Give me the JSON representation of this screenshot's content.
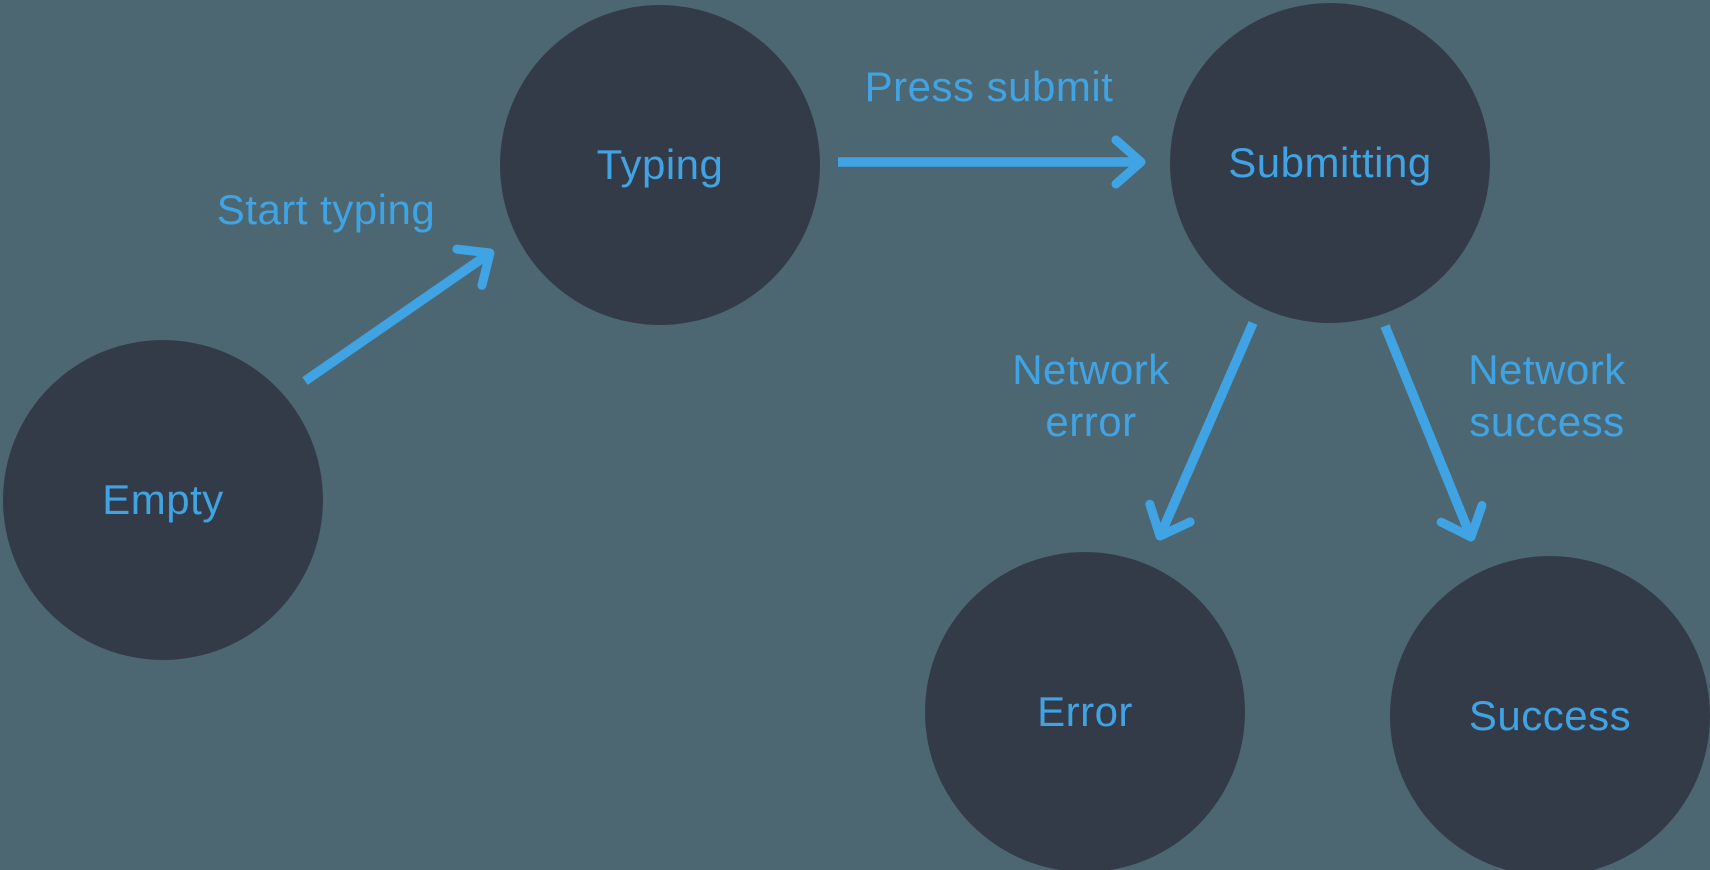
{
  "diagram": {
    "type": "state-machine",
    "nodes": [
      {
        "id": "empty",
        "label": "Empty"
      },
      {
        "id": "typing",
        "label": "Typing"
      },
      {
        "id": "submitting",
        "label": "Submitting"
      },
      {
        "id": "error",
        "label": "Error"
      },
      {
        "id": "success",
        "label": "Success"
      }
    ],
    "edges": [
      {
        "id": "start-typing",
        "label": "Start typing",
        "from": "empty",
        "to": "typing"
      },
      {
        "id": "press-submit",
        "label": "Press submit",
        "from": "typing",
        "to": "submitting"
      },
      {
        "id": "network-error",
        "label": "Network error",
        "from": "submitting",
        "to": "error"
      },
      {
        "id": "network-success",
        "label": "Network success",
        "from": "submitting",
        "to": "success"
      }
    ],
    "colors": {
      "background": "#4D6772",
      "node_fill": "#343B48",
      "accent": "#40A3E3"
    }
  }
}
